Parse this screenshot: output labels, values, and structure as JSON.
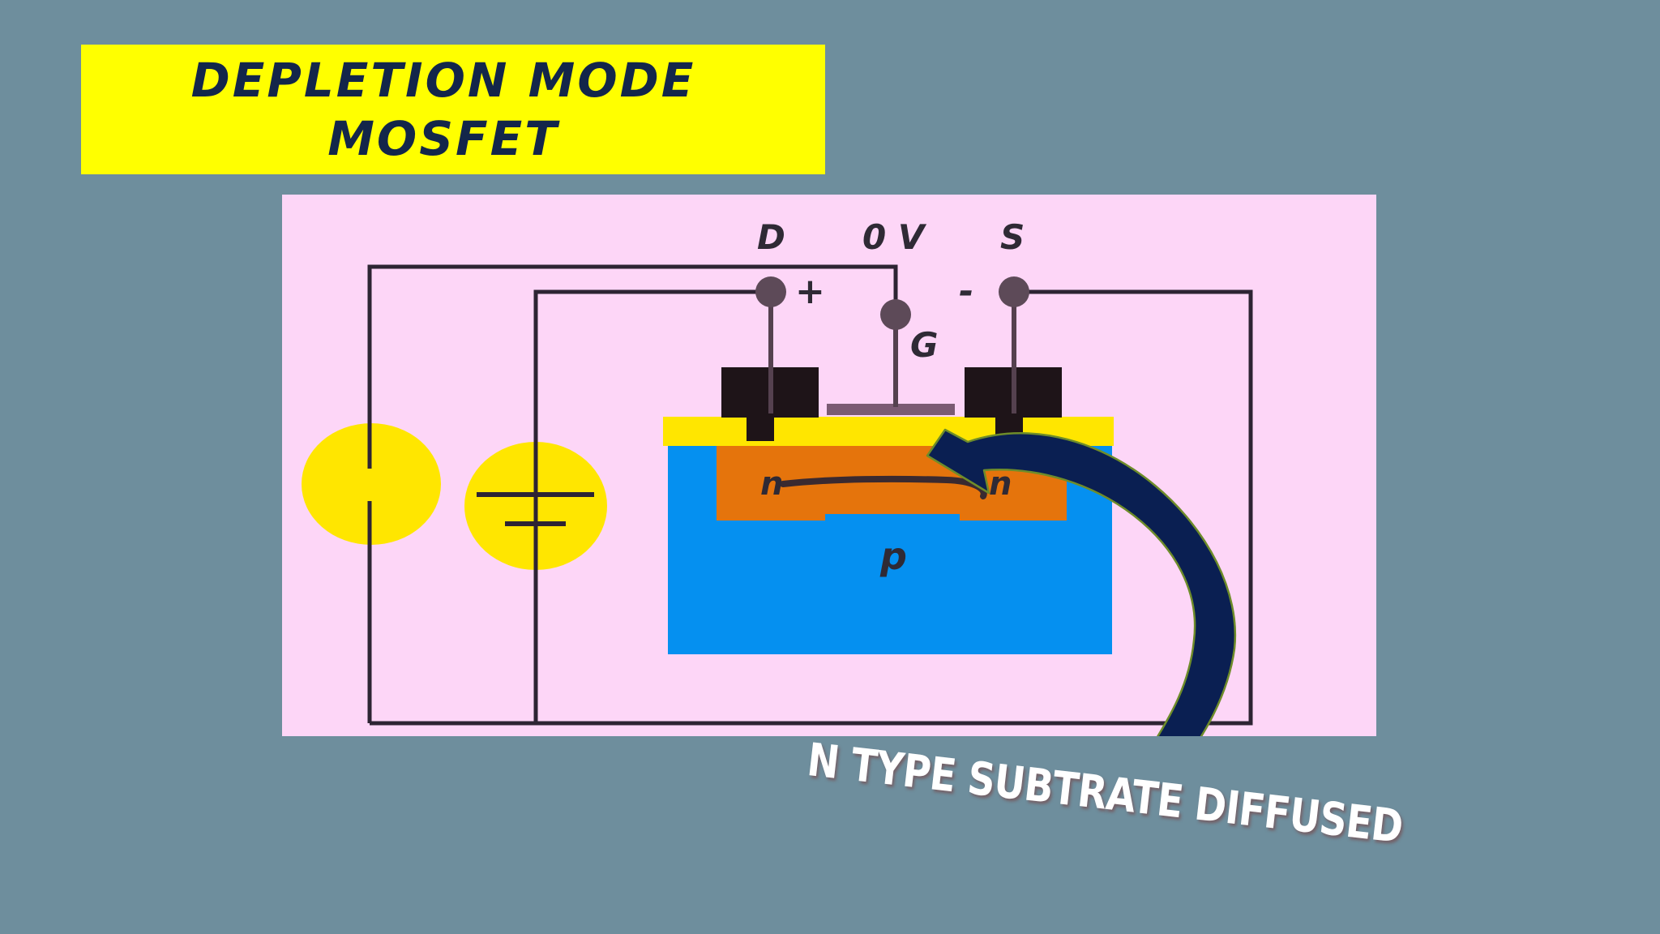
{
  "title": {
    "line1": "DEPLETION MODE",
    "line2": "MOSFET"
  },
  "diagram": {
    "terminal_drain": "D",
    "gate_voltage": "0 V",
    "terminal_source": "S",
    "terminal_gate": "G",
    "drain_polarity": "+",
    "source_polarity": "-",
    "region_left": "n",
    "region_right": "n",
    "substrate": "p"
  },
  "caption": "N TYPE SUBTRATE DIFFUSED",
  "colors": {
    "background": "#6e8e9d",
    "title_bg": "#ffff00",
    "panel_bg": "#fdd6f7",
    "oxide": "#ffe600",
    "n_region": "#e5740c",
    "p_substrate": "#0590f0",
    "arrow": "#0a1f52",
    "arrow_outline": "#6e8c2a"
  }
}
